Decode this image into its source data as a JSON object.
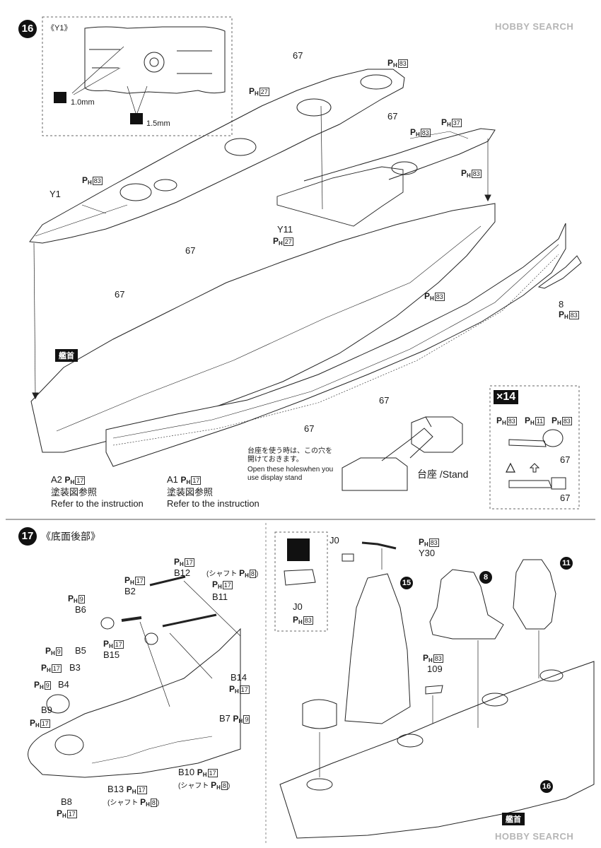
{
  "steps": {
    "s16": "16",
    "s17": "17",
    "s17_title": "《底面後部》",
    "sub15": "15",
    "sub8": "8",
    "sub11": "11",
    "sub16": "16"
  },
  "inset": {
    "title": "《Y1》",
    "drill1": "1.0mm",
    "drill2": "1.5mm"
  },
  "parts16": {
    "p67": "67",
    "ph83": "83",
    "ph27": "27",
    "ph37": "37",
    "ph17": "17",
    "y1": "Y1",
    "y11": "Y11",
    "eight": "8",
    "a2": "A2",
    "a1": "A1",
    "refer_jp": "塗装図参照",
    "refer_en": "Refer to the instruction",
    "bow": "艦首",
    "stand_note_jp1": "台座を使う時は、この穴を",
    "stand_note_jp2": "開けておきます。",
    "stand_note_en1": "Open these holeswhen you",
    "stand_note_en2": "use display stand",
    "stand": "台座 /Stand"
  },
  "x14": {
    "badge": "×14",
    "ph83": "83",
    "ph11": "11",
    "p67": "67"
  },
  "parts17": {
    "ph": "P",
    "b2": "B2",
    "b3": "B3",
    "b4": "B4",
    "b5": "B5",
    "b6": "B6",
    "b7": "B7",
    "b8": "B8",
    "b9": "B9",
    "b10": "B10",
    "b11": "B11",
    "b12": "B12",
    "b13": "B13",
    "b14": "B14",
    "b15": "B15",
    "n9": "9",
    "n17": "17",
    "n8": "8",
    "shaft": "シャフト",
    "j0": "J0",
    "y30": "Y30",
    "p109": "109",
    "ph83": "83",
    "bow": "艦首"
  },
  "watermark": "HOBBY SEARCH"
}
